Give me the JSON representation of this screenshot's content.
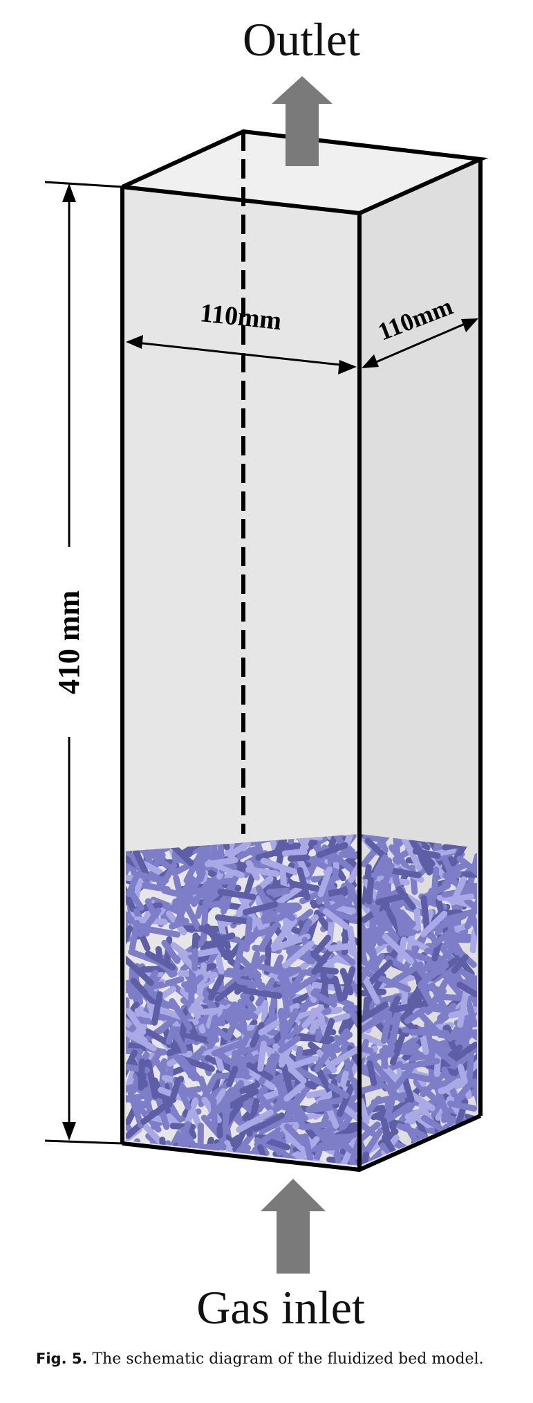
{
  "labels": {
    "outlet": "Outlet",
    "gas_inlet": "Gas inlet",
    "height": "410 mm",
    "width_front": "110mm",
    "width_side": "110mm"
  },
  "caption": {
    "number": "Fig. 5.",
    "text": "The schematic diagram of the fluidized bed model."
  },
  "colors": {
    "column_fill": "#e6e6e6",
    "column_top": "#f0f0f0",
    "column_side": "#dedede",
    "edges": "#000000",
    "arrows": "#7a7a7a",
    "particles": "#7d7dc8",
    "particles_dark": "#5e5ea6",
    "particles_light": "#a9a9e6"
  }
}
